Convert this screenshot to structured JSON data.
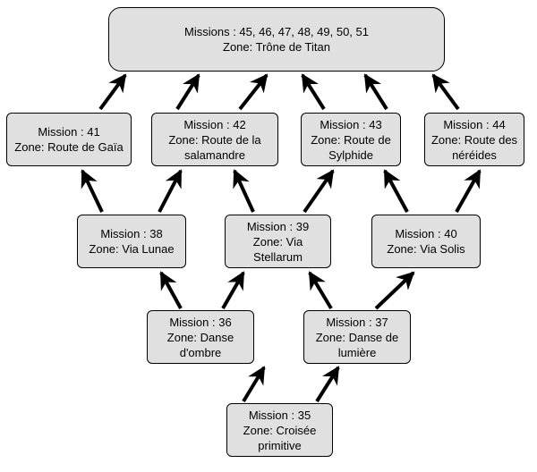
{
  "colors": {
    "box_fill": "#e0e0e0",
    "box_border": "#000000",
    "arrow": "#000000"
  },
  "nodes": {
    "n45_51": {
      "lines": [
        "Missions : 45, 46, 47, 48, 49, 50, 51",
        "Zone: Trône de Titan"
      ]
    },
    "n41": {
      "lines": [
        "Mission : 41",
        "Zone: Route de Gaïa"
      ]
    },
    "n42": {
      "lines": [
        "Mission : 42",
        "Zone: Route de la",
        "salamandre"
      ]
    },
    "n43": {
      "lines": [
        "Mission : 43",
        "Zone: Route de",
        "Sylphide"
      ]
    },
    "n44": {
      "lines": [
        "Mission : 44",
        "Zone: Route des",
        "néréides"
      ]
    },
    "n38": {
      "lines": [
        "Mission : 38",
        "Zone: Via Lunae"
      ]
    },
    "n39": {
      "lines": [
        "Mission : 39",
        "Zone: Via",
        "Stellarum"
      ]
    },
    "n40": {
      "lines": [
        "Mission : 40",
        "Zone: Via Solis"
      ]
    },
    "n36": {
      "lines": [
        "Mission : 36",
        "Zone: Danse",
        "d'ombre"
      ]
    },
    "n37": {
      "lines": [
        "Mission : 37",
        "Zone: Danse de",
        "lumière"
      ]
    },
    "n35": {
      "lines": [
        "Mission : 35",
        "Zone: Croisée",
        "primitive"
      ]
    }
  },
  "edges": [
    {
      "from": "n35",
      "to": "n36"
    },
    {
      "from": "n35",
      "to": "n37"
    },
    {
      "from": "n36",
      "to": "n38"
    },
    {
      "from": "n36",
      "to": "n39"
    },
    {
      "from": "n37",
      "to": "n39"
    },
    {
      "from": "n37",
      "to": "n40"
    },
    {
      "from": "n38",
      "to": "n41"
    },
    {
      "from": "n38",
      "to": "n42"
    },
    {
      "from": "n39",
      "to": "n42"
    },
    {
      "from": "n39",
      "to": "n43"
    },
    {
      "from": "n40",
      "to": "n43"
    },
    {
      "from": "n40",
      "to": "n44"
    },
    {
      "from": "n41",
      "to": "n45_51"
    },
    {
      "from": "n42",
      "to": "n45_51"
    },
    {
      "from": "n42",
      "to": "n45_51"
    },
    {
      "from": "n43",
      "to": "n45_51"
    },
    {
      "from": "n43",
      "to": "n45_51"
    },
    {
      "from": "n44",
      "to": "n45_51"
    }
  ]
}
